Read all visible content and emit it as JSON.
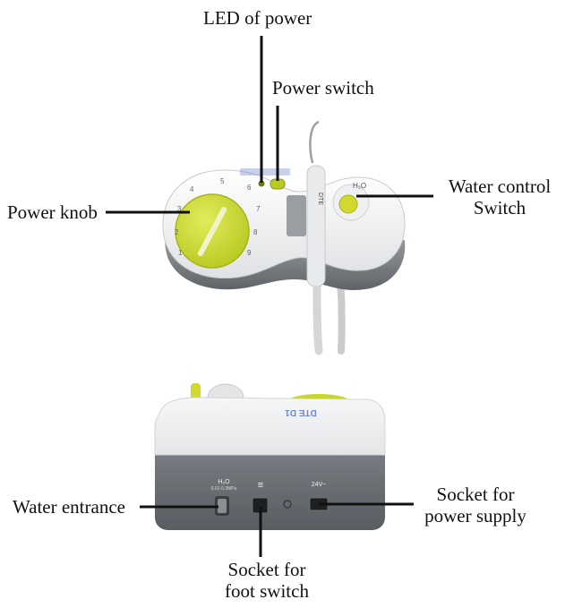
{
  "callouts": {
    "led": "LED of power",
    "power_switch": "Power switch",
    "water_control_1": "Water control",
    "water_control_2": "Switch",
    "power_knob": "Power knob",
    "water_entrance": "Water entrance",
    "socket_power_1": "Socket for",
    "socket_power_2": "power supply",
    "socket_foot_1": "Socket  for",
    "socket_foot_2": "foot  switch"
  },
  "device_markings": {
    "brand": "DTE",
    "back_model": "DTE D1",
    "knob_scale": [
      "1",
      "2",
      "3",
      "4",
      "5",
      "6",
      "7",
      "8",
      "9"
    ],
    "water_label": "H₂O",
    "pressure": "0.01-0.3MPa",
    "back_voltage": "24V~",
    "foot_symbol": "≡"
  },
  "colors": {
    "body_white": "#f2f3f4",
    "body_grey": "#8e9196",
    "knob_yellow": "#c8d62e",
    "led_green": "#a7c21f",
    "leader_line": "#111111"
  }
}
